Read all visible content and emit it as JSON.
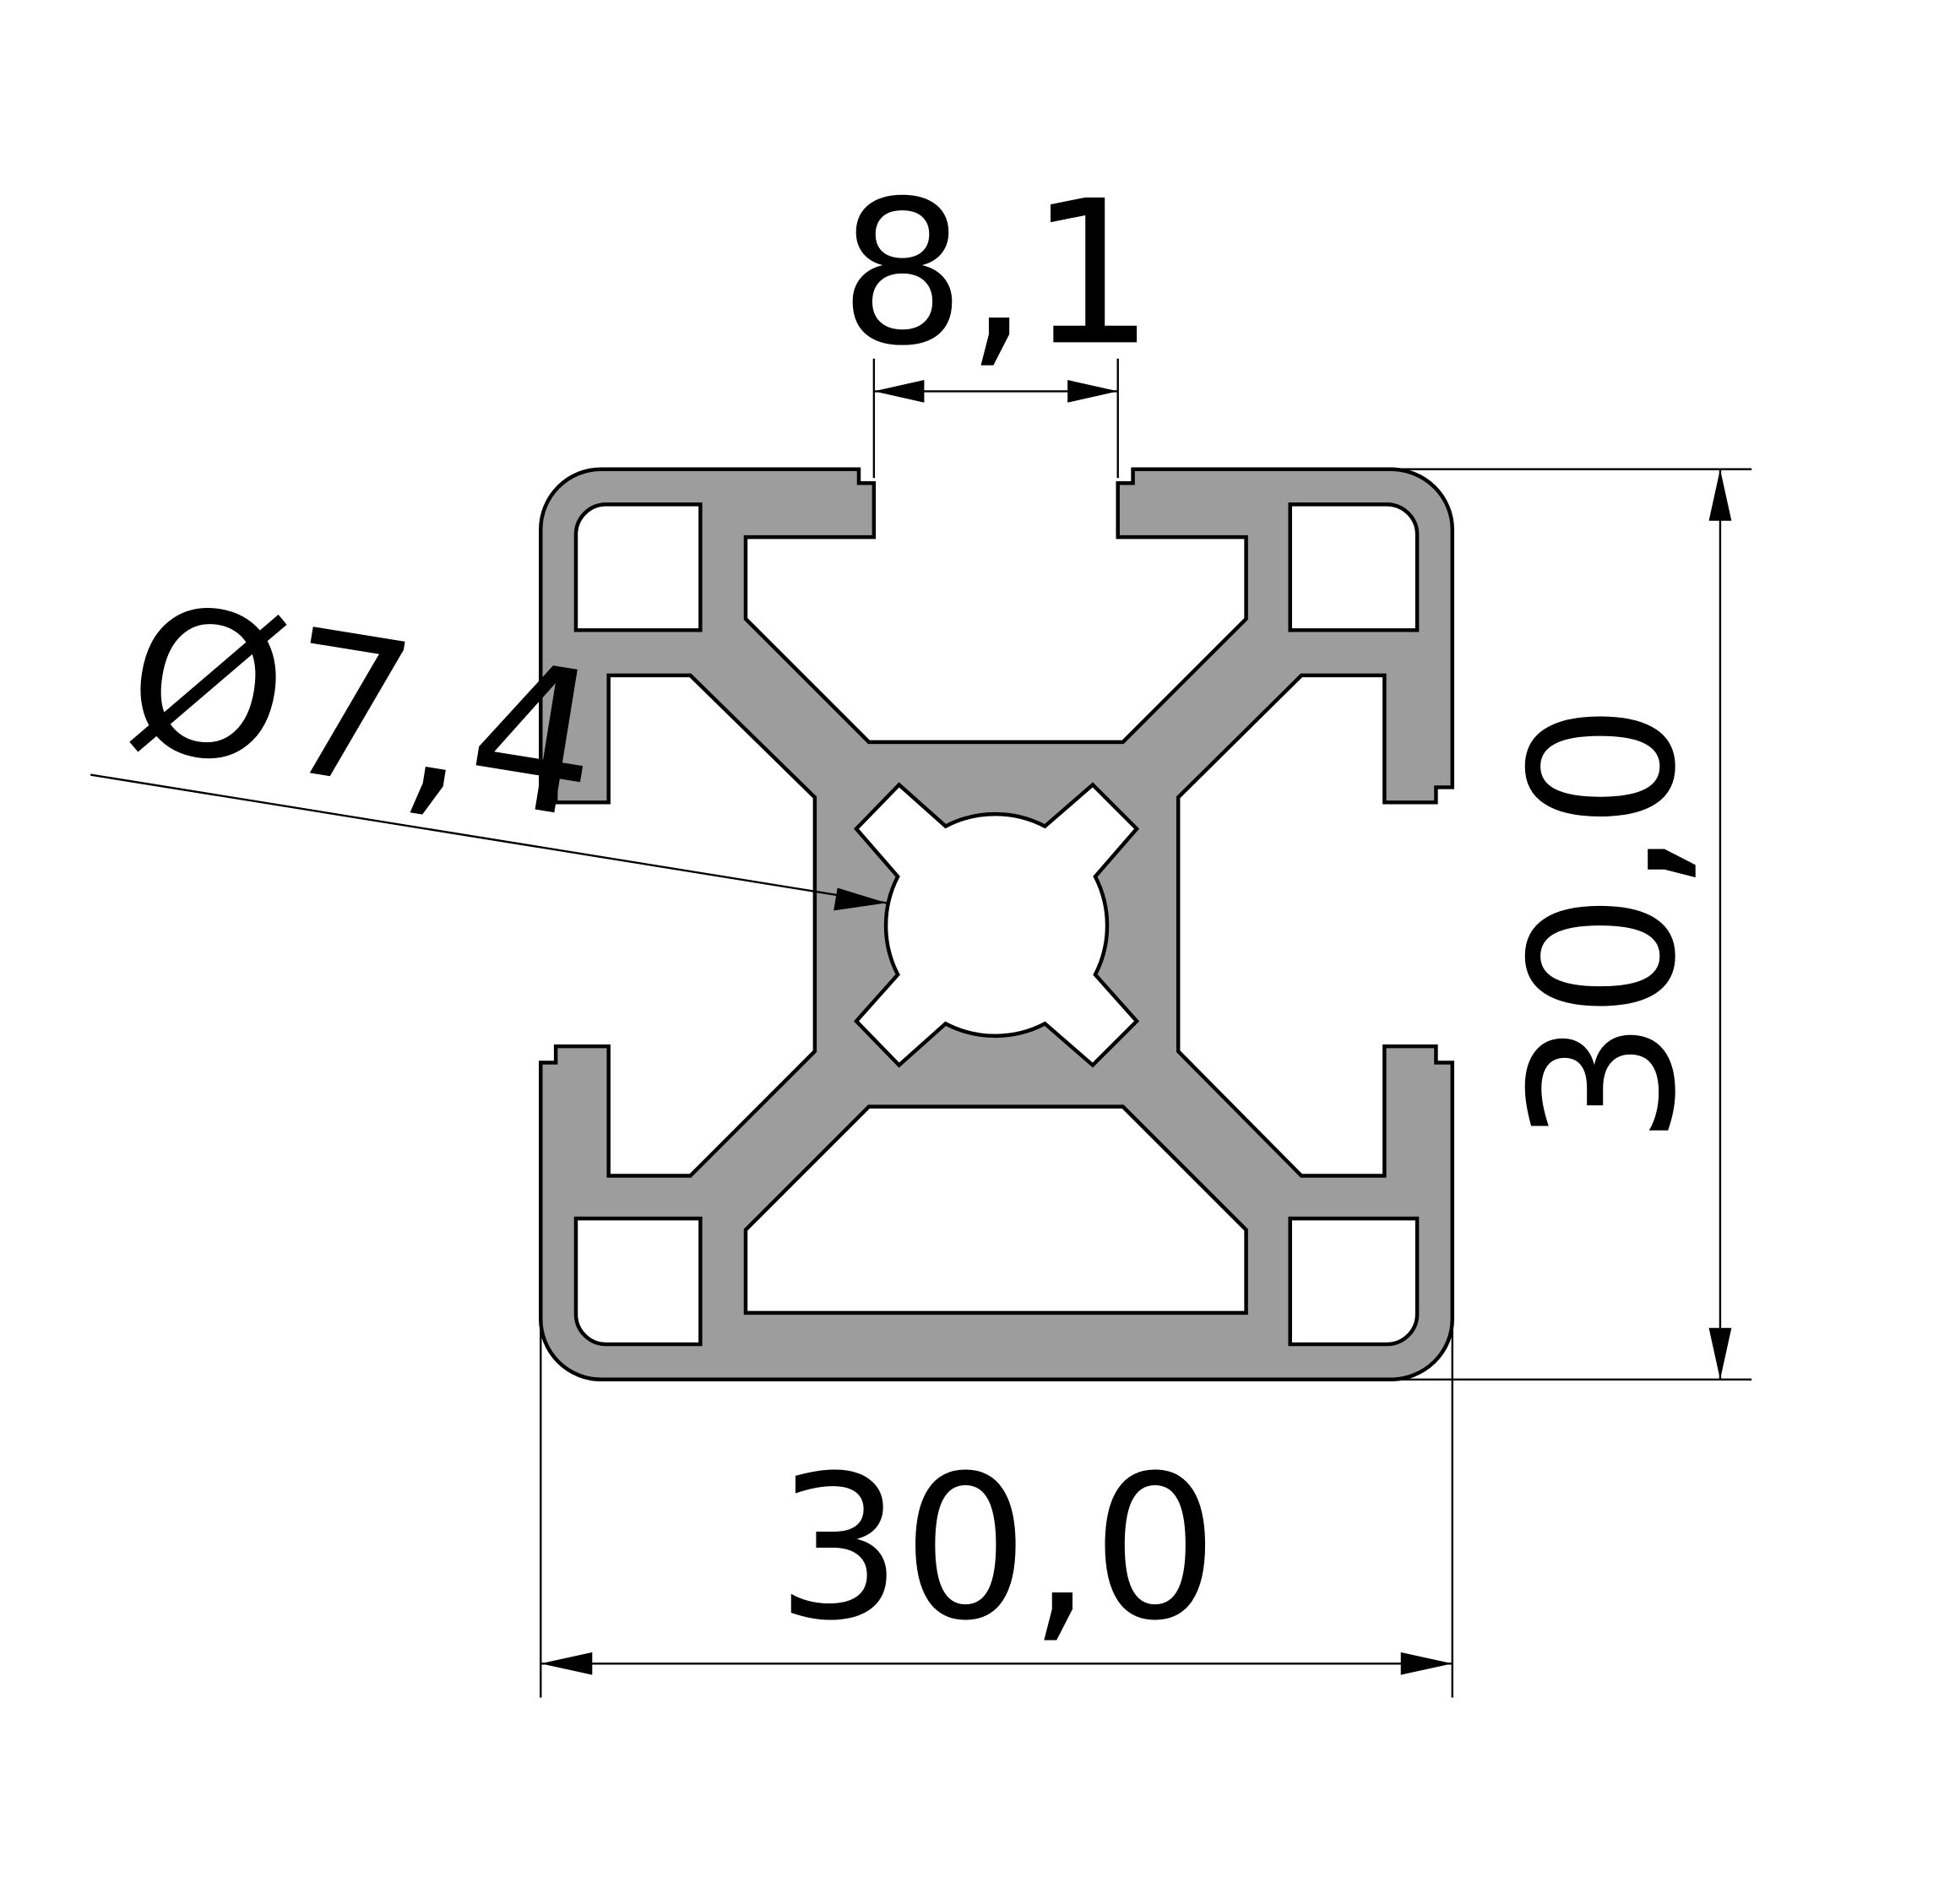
{
  "drawing": {
    "profile_fill": "#9d9d9d",
    "outline_color": "#000000",
    "dimensions": {
      "slot_width": "8,1",
      "height": "30,0",
      "width": "30,0",
      "bore_diameter": "Ø7,4"
    }
  }
}
